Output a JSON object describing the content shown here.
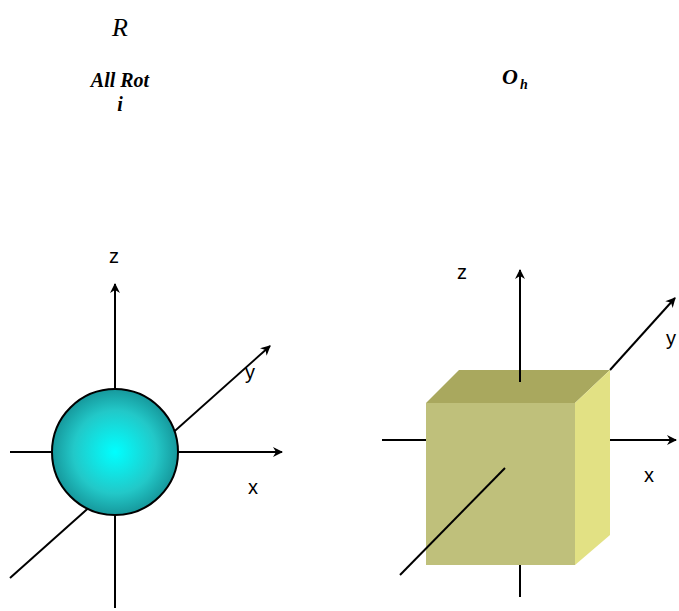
{
  "diagram": {
    "labels": [
      "R",
      "All Rot",
      "i",
      "O",
      "h",
      "z",
      "y",
      "x",
      "z",
      "y",
      "x"
    ]
  }
}
